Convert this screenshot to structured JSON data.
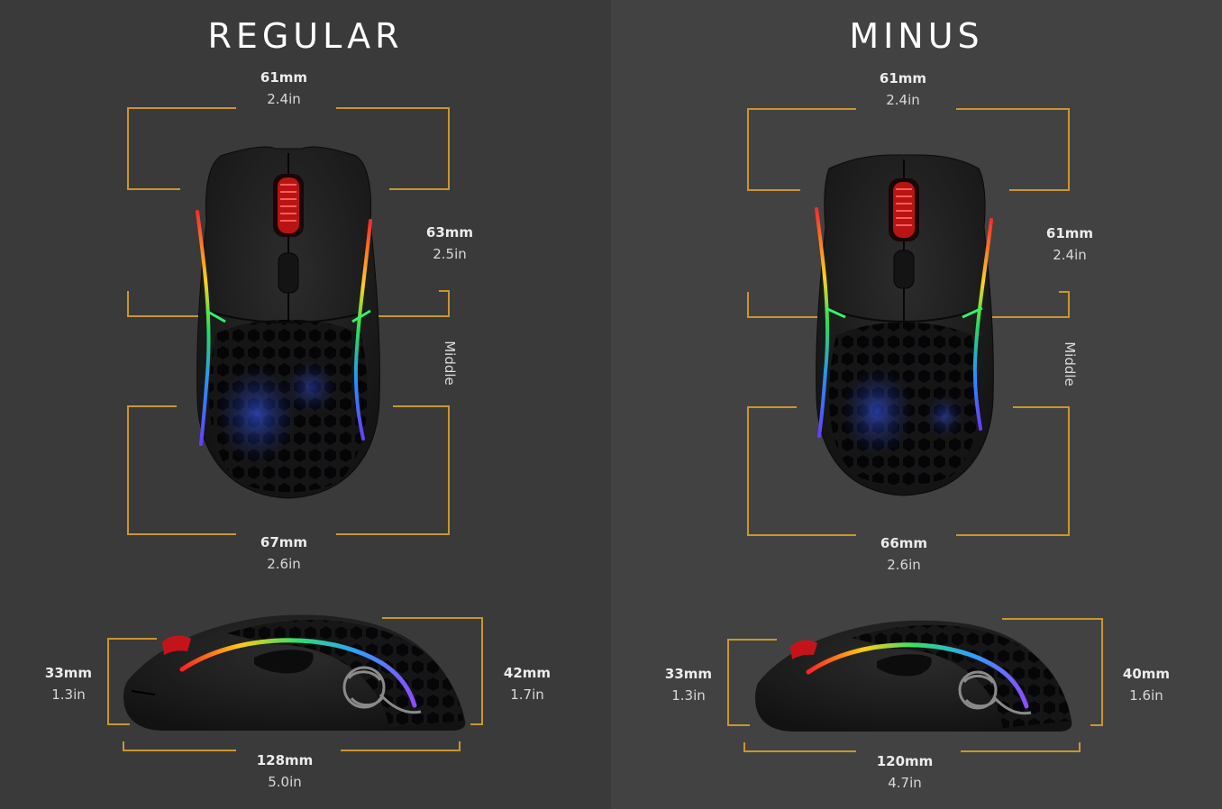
{
  "colors": {
    "bracket": "#c9962e",
    "background_left": "#3a3a3a",
    "background_right": "#424242"
  },
  "regular": {
    "title": "REGULAR",
    "top_width": {
      "mm": "61mm",
      "in": "2.4in"
    },
    "grip_width": {
      "mm": "63mm",
      "in": "2.5in"
    },
    "grip_label": "Middle",
    "bottom_width": {
      "mm": "67mm",
      "in": "2.6in"
    },
    "front_height": {
      "mm": "33mm",
      "in": "1.3in"
    },
    "hump_height": {
      "mm": "42mm",
      "in": "1.7in"
    },
    "length": {
      "mm": "128mm",
      "in": "5.0in"
    }
  },
  "minus": {
    "title": "MINUS",
    "top_width": {
      "mm": "61mm",
      "in": "2.4in"
    },
    "grip_width": {
      "mm": "61mm",
      "in": "2.4in"
    },
    "grip_label": "Middle",
    "bottom_width": {
      "mm": "66mm",
      "in": "2.6in"
    },
    "front_height": {
      "mm": "33mm",
      "in": "1.3in"
    },
    "hump_height": {
      "mm": "40mm",
      "in": "1.6in"
    },
    "length": {
      "mm": "120mm",
      "in": "4.7in"
    }
  }
}
